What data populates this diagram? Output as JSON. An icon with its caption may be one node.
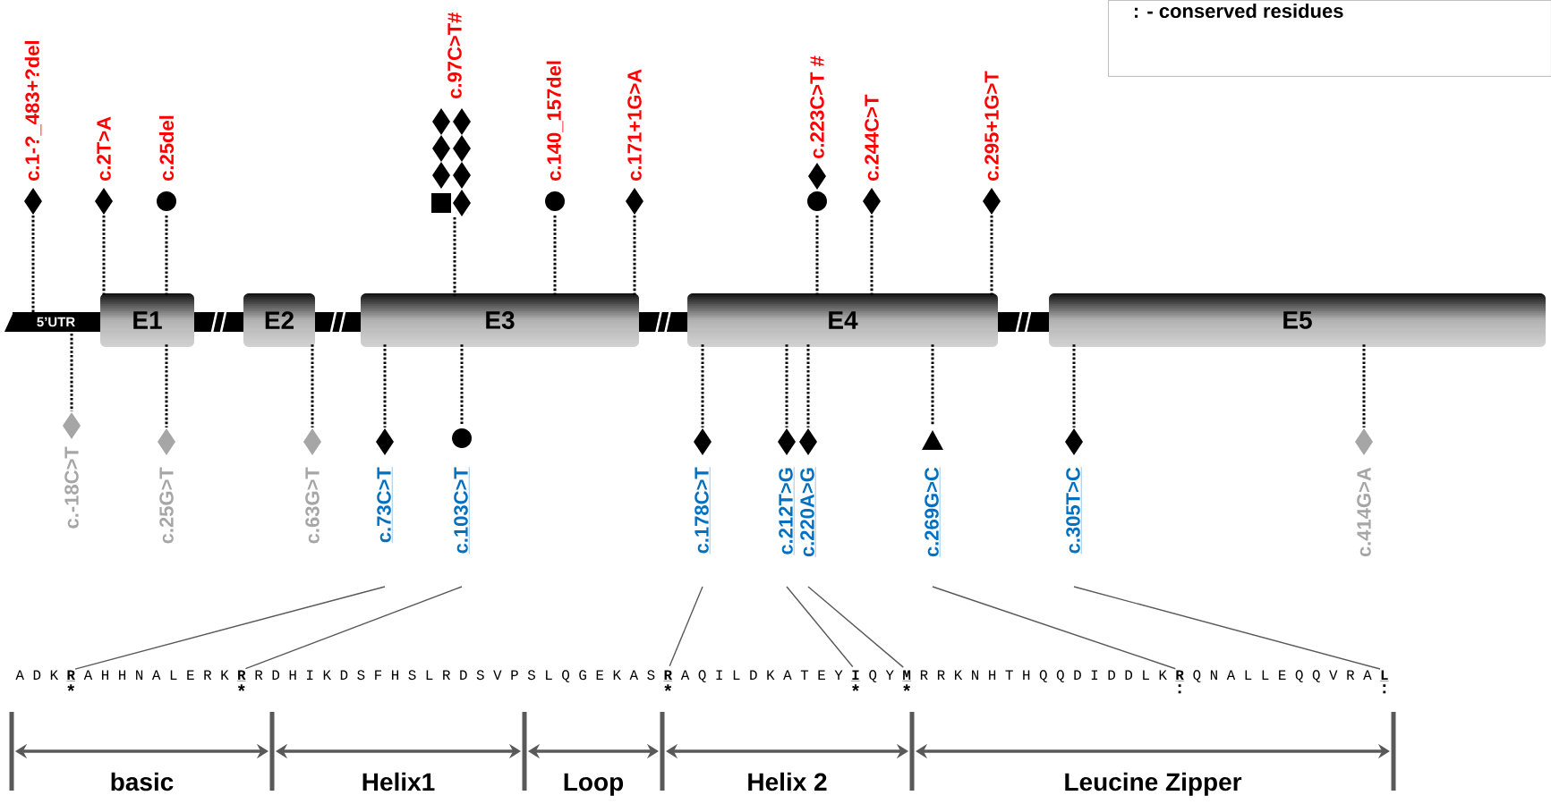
{
  "diagram": {
    "nodes": [
      {
        "text": [
          ": - conserved residues"
        ]
      },
      {
        "text": [
          "c.1-?_483+?del"
        ]
      },
      {
        "text": [
          "c.2T>A"
        ]
      },
      {
        "text": [
          "c.25del"
        ]
      },
      {
        "text": [
          "c.97C>T#"
        ]
      },
      {
        "text": [
          "c.140_157del"
        ]
      },
      {
        "text": [
          "c.171+1G>A"
        ]
      },
      {
        "text": [
          "c.223C>T #"
        ]
      },
      {
        "text": [
          "c.244C>T"
        ]
      },
      {
        "text": [
          "c.295+1G>T"
        ]
      },
      {
        "text": [
          "5’UTR"
        ]
      },
      {
        "text": [
          "E1"
        ]
      },
      {
        "text": [
          "E2"
        ]
      },
      {
        "text": [
          "E3"
        ]
      },
      {
        "text": [
          "E4"
        ]
      },
      {
        "text": [
          "E5"
        ]
      },
      {
        "text": [
          "c.-18C>T"
        ]
      },
      {
        "text": [
          "c.25G>T"
        ]
      },
      {
        "text": [
          "c.63G>T"
        ]
      },
      {
        "text": [
          "c.73C>T"
        ]
      },
      {
        "text": [
          "c.103C>T"
        ]
      },
      {
        "text": [
          "c.178C>T"
        ]
      },
      {
        "text": [
          "c.212T>G"
        ]
      },
      {
        "text": [
          "c.220A>G"
        ]
      },
      {
        "text": [
          "c.269G>C"
        ]
      },
      {
        "text": [
          "c.305T>C"
        ]
      },
      {
        "text": [
          "c.414G>A"
        ]
      },
      {
        "text": [
          "R"
        ],
        "beside": [
          "*"
        ]
      },
      {
        "text": [
          "R"
        ],
        "beside": [
          "*"
        ]
      },
      {
        "text": [
          "R"
        ],
        "beside": [
          "*"
        ]
      },
      {
        "text": [
          "I"
        ],
        "beside": [
          "*"
        ]
      },
      {
        "text": [
          "M"
        ],
        "beside": [
          "*"
        ]
      },
      {
        "text": [
          "R"
        ],
        "beside": [
          ":"
        ]
      },
      {
        "text": [
          "L"
        ],
        "beside": [
          ":"
        ]
      }
    ],
    "edges": [
      {
        "from": 1,
        "to": 10,
        "arrow": "none",
        "style": "dashed"
      },
      {
        "from": 2,
        "to": 11,
        "arrow": "none",
        "style": "dashed"
      },
      {
        "from": 3,
        "to": 11,
        "arrow": "none",
        "style": "dashed"
      },
      {
        "from": 4,
        "to": 13,
        "arrow": "none",
        "style": "dashed"
      },
      {
        "from": 5,
        "to": 13,
        "arrow": "none",
        "style": "dashed"
      },
      {
        "from": 6,
        "to": 13,
        "arrow": "none",
        "style": "dashed"
      },
      {
        "from": 7,
        "to": 14,
        "arrow": "none",
        "style": "dashed"
      },
      {
        "from": 8,
        "to": 14,
        "arrow": "none",
        "style": "dashed"
      },
      {
        "from": 9,
        "to": 14,
        "arrow": "none",
        "style": "dashed"
      },
      {
        "from": 16,
        "to": 10,
        "arrow": "none",
        "style": "dashed"
      },
      {
        "from": 17,
        "to": 11,
        "arrow": "none",
        "style": "dashed"
      },
      {
        "from": 18,
        "to": 12,
        "arrow": "none",
        "style": "dashed"
      },
      {
        "from": 19,
        "to": 13,
        "arrow": "none",
        "style": "dashed"
      },
      {
        "from": 20,
        "to": 13,
        "arrow": "none",
        "style": "dashed"
      },
      {
        "from": 21,
        "to": 14,
        "arrow": "none",
        "style": "dashed"
      },
      {
        "from": 22,
        "to": 14,
        "arrow": "none",
        "style": "dashed"
      },
      {
        "from": 23,
        "to": 14,
        "arrow": "none",
        "style": "dashed"
      },
      {
        "from": 24,
        "to": 14,
        "arrow": "none",
        "style": "dashed"
      },
      {
        "from": 25,
        "to": 15,
        "arrow": "none",
        "style": "dashed"
      },
      {
        "from": 26,
        "to": 15,
        "arrow": "none",
        "style": "dashed"
      },
      {
        "from": 19,
        "to": 27,
        "arrow": "none",
        "color": "#595959"
      },
      {
        "from": 20,
        "to": 28,
        "arrow": "none",
        "color": "#595959"
      },
      {
        "from": 21,
        "to": 29,
        "arrow": "none",
        "color": "#595959"
      },
      {
        "from": 22,
        "to": 30,
        "arrow": "none",
        "color": "#595959"
      },
      {
        "from": 23,
        "to": 31,
        "arrow": "none",
        "color": "#595959"
      },
      {
        "from": 24,
        "to": 32,
        "arrow": "none",
        "color": "#595959"
      },
      {
        "from": 25,
        "to": 33,
        "arrow": "none",
        "color": "#595959"
      }
    ],
    "labels": [
      "A D K",
      "A H H N A L E R K",
      "R D H I K D S F H S L R D S V P S L Q G E K A S",
      "A Q I L D K A T E Y",
      "Q Y",
      "R R K N H T H Q Q D I D D L K",
      "Q N A L L E Q Q V R A",
      "basic",
      "Helix1",
      "Loop",
      "Helix 2",
      "Leucine Zipper"
    ]
  }
}
